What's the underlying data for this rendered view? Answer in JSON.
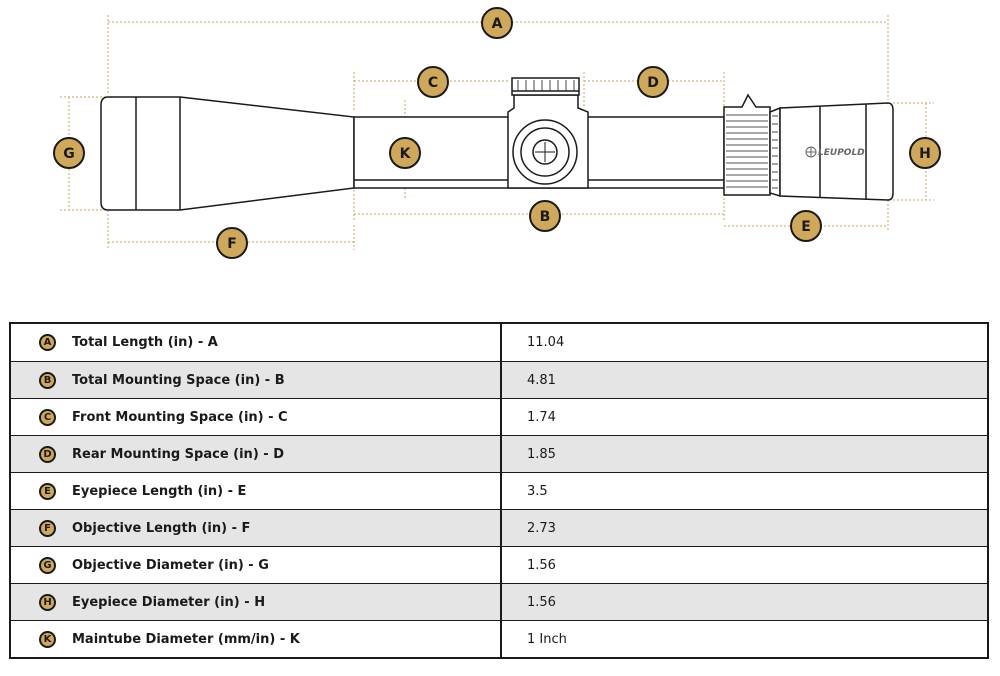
{
  "colors": {
    "badge_fill": "#cfa85a",
    "dim_line": "#c9a95e",
    "outline": "#1a1a1a",
    "shaded_row": "#e5e5e5"
  },
  "diagram": {
    "brand": "LEUPOLD",
    "labels": {
      "A": "A",
      "B": "B",
      "C": "C",
      "D": "D",
      "E": "E",
      "F": "F",
      "G": "G",
      "H": "H",
      "K": "K"
    }
  },
  "table": {
    "rows": [
      {
        "key": "A",
        "label": "Total Length (in) - A",
        "value": "11.04"
      },
      {
        "key": "B",
        "label": "Total Mounting Space (in) - B",
        "value": "4.81"
      },
      {
        "key": "C",
        "label": "Front Mounting Space (in) - C",
        "value": "1.74"
      },
      {
        "key": "D",
        "label": "Rear Mounting Space (in) - D",
        "value": "1.85"
      },
      {
        "key": "E",
        "label": "Eyepiece Length (in) - E",
        "value": "3.5"
      },
      {
        "key": "F",
        "label": "Objective Length (in) - F",
        "value": "2.73"
      },
      {
        "key": "G",
        "label": "Objective Diameter (in) - G",
        "value": "1.56"
      },
      {
        "key": "H",
        "label": "Eyepiece Diameter (in) - H",
        "value": "1.56"
      },
      {
        "key": "K",
        "label": "Maintube Diameter (mm/in) - K",
        "value": "1 Inch"
      }
    ]
  }
}
